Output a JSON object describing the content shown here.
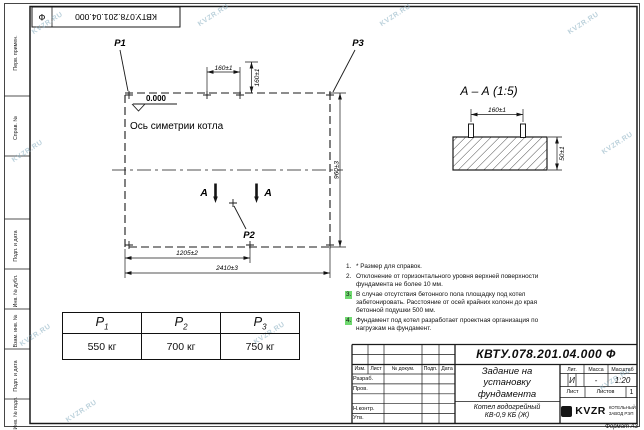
{
  "meta": {
    "doc_number": "КВТУ.078.201.04.000",
    "doc_suffix": "Ф",
    "watermark": "KVZR.RU",
    "format_label": "Формат А3"
  },
  "margin_stamps": {
    "perv_primen": "Перв. примен.",
    "sprav_no": "Справ. №",
    "podp_data_1": "Подп. и дата",
    "inv_dubl": "Инв. № дубл.",
    "vzam_inv": "Взам. инв. №",
    "podp_data_2": "Подп. и дата",
    "inv_podl": "Инв. № подл."
  },
  "plan": {
    "label_p1": "P1",
    "label_p2": "P2",
    "label_p3": "P3",
    "elevation": "0.000",
    "axis_label": "Ось симетрии котла",
    "dim_bolt_h": "160±1",
    "dim_bolt_v": "160±1",
    "dim_depth": "960±3",
    "dim_half_width": "1205±2",
    "dim_width": "2410±3",
    "section_letter": "А"
  },
  "section": {
    "title": "А – А (1:5)",
    "dim_bolts": "160±1",
    "dim_height": "50±1"
  },
  "notes": [
    {
      "num": "1.",
      "text": "* Размер для справок."
    },
    {
      "num": "2.",
      "text": "Отклонение от горизонтального уровня верхней поверхности фундамента не более 10 мм."
    },
    {
      "num": "3.",
      "text": "В случае отсутствия бетонного пола площадку под котел забетонировать. Расстояние от осей крайних колонн до края бетонной подушки 500 мм."
    },
    {
      "num": "4.",
      "text": "Фундамент под котел разработает проектная организация по нагрузкам на фундамент."
    }
  ],
  "load_table": {
    "headers": [
      {
        "p": "P",
        "sub": "1"
      },
      {
        "p": "P",
        "sub": "2"
      },
      {
        "p": "P",
        "sub": "3"
      }
    ],
    "values": [
      "550 кг",
      "700 кг",
      "750 кг"
    ]
  },
  "title_block": {
    "designation": "КВТУ.078.201.04.000 Ф",
    "doc_title": "Задание на установку фундамента",
    "product": "Котел водогрейный КВ-0,9 КБ (Ж)",
    "header_cols": [
      "Изм.",
      "Лист",
      "№ докум.",
      "Подп.",
      "Дата"
    ],
    "roles": [
      "Разраб.",
      "Пров.",
      "",
      "Н.контр.",
      "Утв."
    ],
    "lit_label": "Лит.",
    "lit_value": "И",
    "mass_label": "Масса",
    "mass_value": "-",
    "scale_label": "Масштаб",
    "scale_value": "1:20",
    "sheet_label": "Лист",
    "sheets_label": "Листов",
    "sheets_value": "1",
    "company": {
      "logo": "KVZR",
      "line1": "КОТЕЛЬНЫЙ",
      "line2": "ЗАВОД РЭП"
    }
  }
}
